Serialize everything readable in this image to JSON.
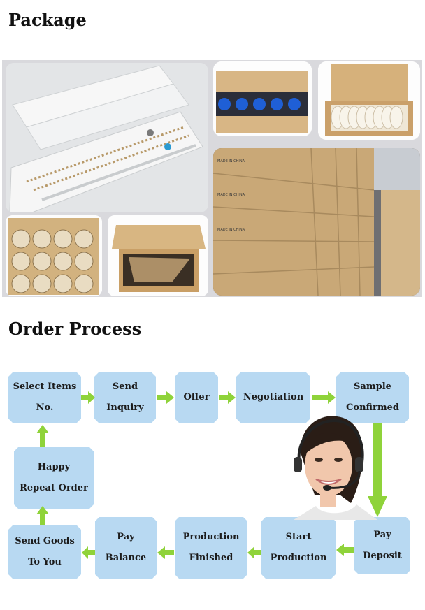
{
  "sections": {
    "package_heading": "Package",
    "order_heading": "Order Process"
  },
  "colors": {
    "step_fill": "#b8d9f2",
    "arrow_green": "#8fd33a",
    "box_cardboard": "#d9b98b",
    "cap_blue": "#1f5fd6"
  },
  "photos": {
    "carton_print": "MADE IN CHINA"
  },
  "order_steps": {
    "select_items": "Select Items\nNo.",
    "send_inquiry": "Send\nInquiry",
    "offer": "Offer",
    "negotiation": "Negotiation",
    "sample_confirmed": "Sample\nConfirmed",
    "happy_repeat": "Happy\nRepeat Order",
    "pay_deposit": "Pay\nDeposit",
    "start_production": "Start\nProduction",
    "production_finished": "Production\nFinished",
    "pay_balance": "Pay\nBalance",
    "send_goods": "Send Goods\nTo You"
  }
}
